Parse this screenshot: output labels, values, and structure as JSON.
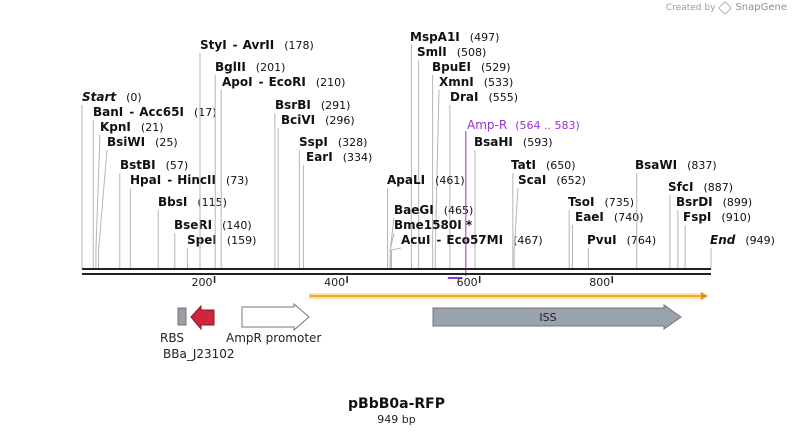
{
  "credit": {
    "prefix": "Created by",
    "brand": "SnapGene"
  },
  "map": {
    "name": "pBbB0a-RFP",
    "length_label": "949 bp",
    "total_bp": 949,
    "ticks": [
      {
        "pos": 200,
        "label": "200"
      },
      {
        "pos": 400,
        "label": "400"
      },
      {
        "pos": 600,
        "label": "600"
      },
      {
        "pos": 800,
        "label": "800"
      }
    ]
  },
  "sites": [
    {
      "name": "Start",
      "pos_label": "(0)",
      "bp": 0,
      "italic": true,
      "row": 0
    },
    {
      "name": "BanI",
      "partner": "Acc65I",
      "pos_label": "(17)",
      "bp": 17,
      "row": 1
    },
    {
      "name": "KpnI",
      "pos_label": "(21)",
      "bp": 21,
      "row": 2
    },
    {
      "name": "BsiWI",
      "pos_label": "(25)",
      "bp": 25,
      "row": 3
    },
    {
      "name": "BstBI",
      "pos_label": "(57)",
      "bp": 57,
      "row": 4
    },
    {
      "name": "HpaI",
      "partner": "HincII",
      "pos_label": "(73)",
      "bp": 73,
      "row": 5
    },
    {
      "name": "BbsI",
      "pos_label": "(115)",
      "bp": 115,
      "row": 6
    },
    {
      "name": "BseRI",
      "pos_label": "(140)",
      "bp": 140,
      "row": 7
    },
    {
      "name": "SpeI",
      "pos_label": "(159)",
      "bp": 159,
      "row": 8
    },
    {
      "name": "StyI",
      "partner": "AvrII",
      "pos_label": "(178)",
      "bp": 178,
      "row": 9
    },
    {
      "name": "BglII",
      "pos_label": "(201)",
      "bp": 201,
      "row": 10
    },
    {
      "name": "ApoI",
      "partner": "EcoRI",
      "pos_label": "(210)",
      "bp": 210,
      "row": 11
    },
    {
      "name": "BsrBI",
      "pos_label": "(291)",
      "bp": 291,
      "row": 12
    },
    {
      "name": "BciVI",
      "pos_label": "(296)",
      "bp": 296,
      "row": 13
    },
    {
      "name": "SspI",
      "pos_label": "(328)",
      "bp": 328,
      "row": 14
    },
    {
      "name": "EarI",
      "pos_label": "(334)",
      "bp": 334,
      "row": 15
    },
    {
      "name": "MspA1I",
      "pos_label": "(497)",
      "bp": 497,
      "row": 16
    },
    {
      "name": "SmlI",
      "pos_label": "(508)",
      "bp": 508,
      "row": 17
    },
    {
      "name": "BpuEI",
      "pos_label": "(529)",
      "bp": 529,
      "row": 18
    },
    {
      "name": "XmnI",
      "pos_label": "(533)",
      "bp": 533,
      "row": 19
    },
    {
      "name": "DraI",
      "pos_label": "(555)",
      "bp": 555,
      "row": 20
    },
    {
      "name": "BsaHI",
      "pos_label": "(593)",
      "bp": 593,
      "row": 21
    },
    {
      "name": "ApaLI",
      "pos_label": "(461)",
      "bp": 461,
      "row": 22
    },
    {
      "name": "BaeGI",
      "pos_label": "(465)",
      "bp": 465,
      "row": 23
    },
    {
      "name": "Bme1580I *",
      "pos_label": "",
      "bp": 465,
      "row": 24
    },
    {
      "name": "AcuI",
      "partner": "Eco57MI",
      "pos_label": "(467)",
      "bp": 467,
      "row": 25
    },
    {
      "name": "TatI",
      "pos_label": "(650)",
      "bp": 650,
      "row": 26
    },
    {
      "name": "ScaI",
      "pos_label": "(652)",
      "bp": 652,
      "row": 27
    },
    {
      "name": "TsoI",
      "pos_label": "(735)",
      "bp": 735,
      "row": 28
    },
    {
      "name": "EaeI",
      "pos_label": "(740)",
      "bp": 740,
      "row": 29
    },
    {
      "name": "PvuI",
      "pos_label": "(764)",
      "bp": 764,
      "row": 30
    },
    {
      "name": "BsaWI",
      "pos_label": "(837)",
      "bp": 837,
      "row": 31
    },
    {
      "name": "SfcI",
      "pos_label": "(887)",
      "bp": 887,
      "row": 32
    },
    {
      "name": "BsrDI",
      "pos_label": "(899)",
      "bp": 899,
      "row": 33
    },
    {
      "name": "FspI",
      "pos_label": "(910)",
      "bp": 910,
      "row": 34
    },
    {
      "name": "End",
      "pos_label": "(949)",
      "bp": 949,
      "italic": true,
      "row": 35
    }
  ],
  "primer": {
    "name": "Amp-R",
    "range_label": "(564 .. 583)",
    "start": 564,
    "end": 583,
    "color": "#9b30d9"
  },
  "features": [
    {
      "name": "RBS",
      "type": "box",
      "color": "#9aa0a6"
    },
    {
      "name": "BBa_J23102",
      "type": "arrow-left",
      "color": "#d0253f"
    },
    {
      "name": "AmpR promoter",
      "type": "arrow-right",
      "color": "#ffffff"
    },
    {
      "name": "ISS",
      "type": "arrow-right",
      "color": "#9aa3ab"
    }
  ],
  "orf": {
    "color": "#f5a623"
  }
}
